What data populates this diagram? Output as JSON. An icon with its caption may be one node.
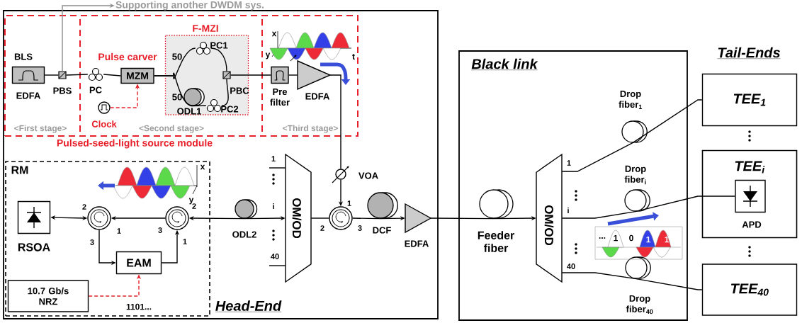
{
  "diagram": {
    "nodes": [
      {
        "text": [
          "Head-End"
        ]
      },
      {
        "text": [
          "Pulsed-seed-light source module"
        ],
        "in": 0
      },
      {
        "text": [
          "BLS",
          "EDFA"
        ],
        "in": 1
      },
      {
        "text": [
          "PBS"
        ],
        "in": 1
      },
      {
        "text": [
          "PC"
        ],
        "in": 1
      },
      {
        "text": [
          "MZM"
        ],
        "in": 1,
        "beside": [
          "Pulse carver"
        ]
      },
      {
        "text": [
          "Clock"
        ],
        "in": 1
      },
      {
        "text": [
          "F-MZI"
        ],
        "in": 1
      },
      {
        "text": [
          "PC1"
        ],
        "in": 7
      },
      {
        "text": [
          "ODL1"
        ],
        "in": 7
      },
      {
        "text": [
          "PC2"
        ],
        "in": 7
      },
      {
        "text": [
          "PBC"
        ],
        "in": 7
      },
      {
        "text": [
          "Pre filter"
        ],
        "in": 1
      },
      {
        "text": [
          "EDFA"
        ],
        "in": 1
      },
      {
        "text": [
          "RM"
        ],
        "in": 0
      },
      {
        "text": [
          "RSOA"
        ],
        "in": 14
      },
      {
        "text": [],
        "shape": "circle",
        "in": 14,
        "beside": [
          "2",
          "1",
          "3"
        ]
      },
      {
        "text": [],
        "shape": "circle",
        "in": 14,
        "beside": [
          "3",
          "2",
          "1"
        ]
      },
      {
        "text": [
          "EAM"
        ],
        "in": 14
      },
      {
        "text": [
          "10.7 Gb/s NRZ"
        ],
        "in": 14
      },
      {
        "text": [
          "ODL2"
        ],
        "in": 0
      },
      {
        "text": [
          "OM/OD"
        ],
        "in": 0,
        "beside": [
          "1",
          "i",
          "40"
        ]
      },
      {
        "text": [
          "VOA"
        ],
        "in": 0
      },
      {
        "text": [],
        "shape": "circle",
        "in": 0,
        "beside": [
          "1",
          "2",
          "3"
        ]
      },
      {
        "text": [
          "DCF"
        ],
        "in": 0
      },
      {
        "text": [
          "EDFA"
        ],
        "in": 0
      },
      {
        "text": [
          "Black link"
        ]
      },
      {
        "text": [
          "Feeder fiber"
        ],
        "in": 26
      },
      {
        "text": [
          "OM/OD"
        ],
        "in": 26,
        "beside": [
          "1",
          "i",
          "40"
        ]
      },
      {
        "text": [
          "Drop fiber$_{1}$"
        ],
        "in": 26
      },
      {
        "text": [
          "Drop fiber$_{i}$"
        ],
        "in": 26
      },
      {
        "text": [
          "Drop fiber$_{40}$"
        ],
        "in": 26
      },
      {
        "text": [
          "TEE$_{1}$"
        ]
      },
      {
        "text": [
          "TEE$_{i}$"
        ]
      },
      {
        "text": [
          "APD"
        ],
        "in": 33
      },
      {
        "text": [
          "TEE$_{40}$"
        ]
      },
      {
        "text": [
          "Supporting another DWDM sys."
        ]
      }
    ],
    "edges": [
      {
        "from": 2,
        "to": 3,
        "arrow": "none"
      },
      {
        "from": 3,
        "to": 4,
        "arrow": "none"
      },
      {
        "from": 4,
        "to": 5,
        "arrow": "none"
      },
      {
        "from": 6,
        "to": 5,
        "arrow": "to",
        "style": "dashed",
        "color": "#e8202a"
      },
      {
        "from": 5,
        "to": 8,
        "arrow": "none"
      },
      {
        "from": 5,
        "to": 9,
        "arrow": "none"
      },
      {
        "from": 8,
        "to": 11,
        "arrow": "none"
      },
      {
        "from": 9,
        "to": 10,
        "arrow": "none"
      },
      {
        "from": 10,
        "to": 11,
        "arrow": "none"
      },
      {
        "from": 11,
        "to": 12,
        "arrow": "none"
      },
      {
        "from": 12,
        "to": 13,
        "arrow": "none"
      },
      {
        "from": 13,
        "to": 22,
        "arrow": "none"
      },
      {
        "from": 22,
        "to": 23,
        "arrow": "to"
      },
      {
        "from": 23,
        "to": 21,
        "arrow": "none"
      },
      {
        "from": 20,
        "to": 21,
        "arrow": "to"
      },
      {
        "from": 20,
        "to": 17,
        "arrow": "to"
      },
      {
        "from": 17,
        "to": 16,
        "arrow": "to"
      },
      {
        "from": 15,
        "to": 16,
        "arrow": "both"
      },
      {
        "from": 16,
        "to": 18,
        "arrow": "to"
      },
      {
        "from": 18,
        "to": 17,
        "arrow": "to"
      },
      {
        "from": 19,
        "to": 18,
        "arrow": "to",
        "style": "dashed",
        "color": "#e8202a"
      },
      {
        "from": 23,
        "to": 24,
        "arrow": "none"
      },
      {
        "from": 24,
        "to": 25,
        "arrow": "to"
      },
      {
        "from": 25,
        "to": 27,
        "arrow": "none"
      },
      {
        "from": 27,
        "to": 28,
        "arrow": "to"
      },
      {
        "from": 28,
        "to": 29,
        "arrow": "none"
      },
      {
        "from": 29,
        "to": 32,
        "arrow": "none"
      },
      {
        "from": 28,
        "to": 30,
        "arrow": "none"
      },
      {
        "from": 30,
        "to": 34,
        "arrow": "none"
      },
      {
        "from": 28,
        "to": 31,
        "arrow": "none"
      },
      {
        "from": 31,
        "to": 35,
        "arrow": "none"
      },
      {
        "from": 3,
        "to": 36,
        "arrow": "to",
        "color": "#8c8c8c"
      },
      {
        "from": null,
        "to": 21,
        "arrow": "none"
      },
      {
        "from": null,
        "to": 21,
        "arrow": "none"
      }
    ],
    "labels": [
      "50",
      "x",
      "y",
      "t",
      "50",
      "<First stage>",
      "<Second stage>",
      "<Third stage>",
      "Tail-Ends",
      "x",
      "y",
      "1101...",
      "...",
      "1",
      "0",
      "1",
      "1"
    ]
  }
}
